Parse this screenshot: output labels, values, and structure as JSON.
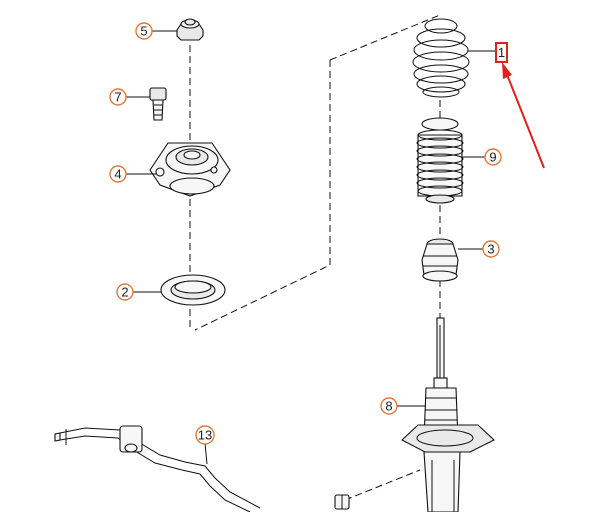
{
  "callouts": {
    "c1": {
      "label": "1"
    },
    "c2": {
      "label": "2"
    },
    "c3": {
      "label": "3"
    },
    "c4": {
      "label": "4"
    },
    "c5": {
      "label": "5"
    },
    "c7": {
      "label": "7"
    },
    "c8": {
      "label": "8"
    },
    "c9": {
      "label": "9"
    },
    "c13": {
      "label": "13"
    }
  },
  "colors": {
    "callout_ring": "#e07a3c",
    "highlight": "#e0201c",
    "ink": "#111111"
  }
}
